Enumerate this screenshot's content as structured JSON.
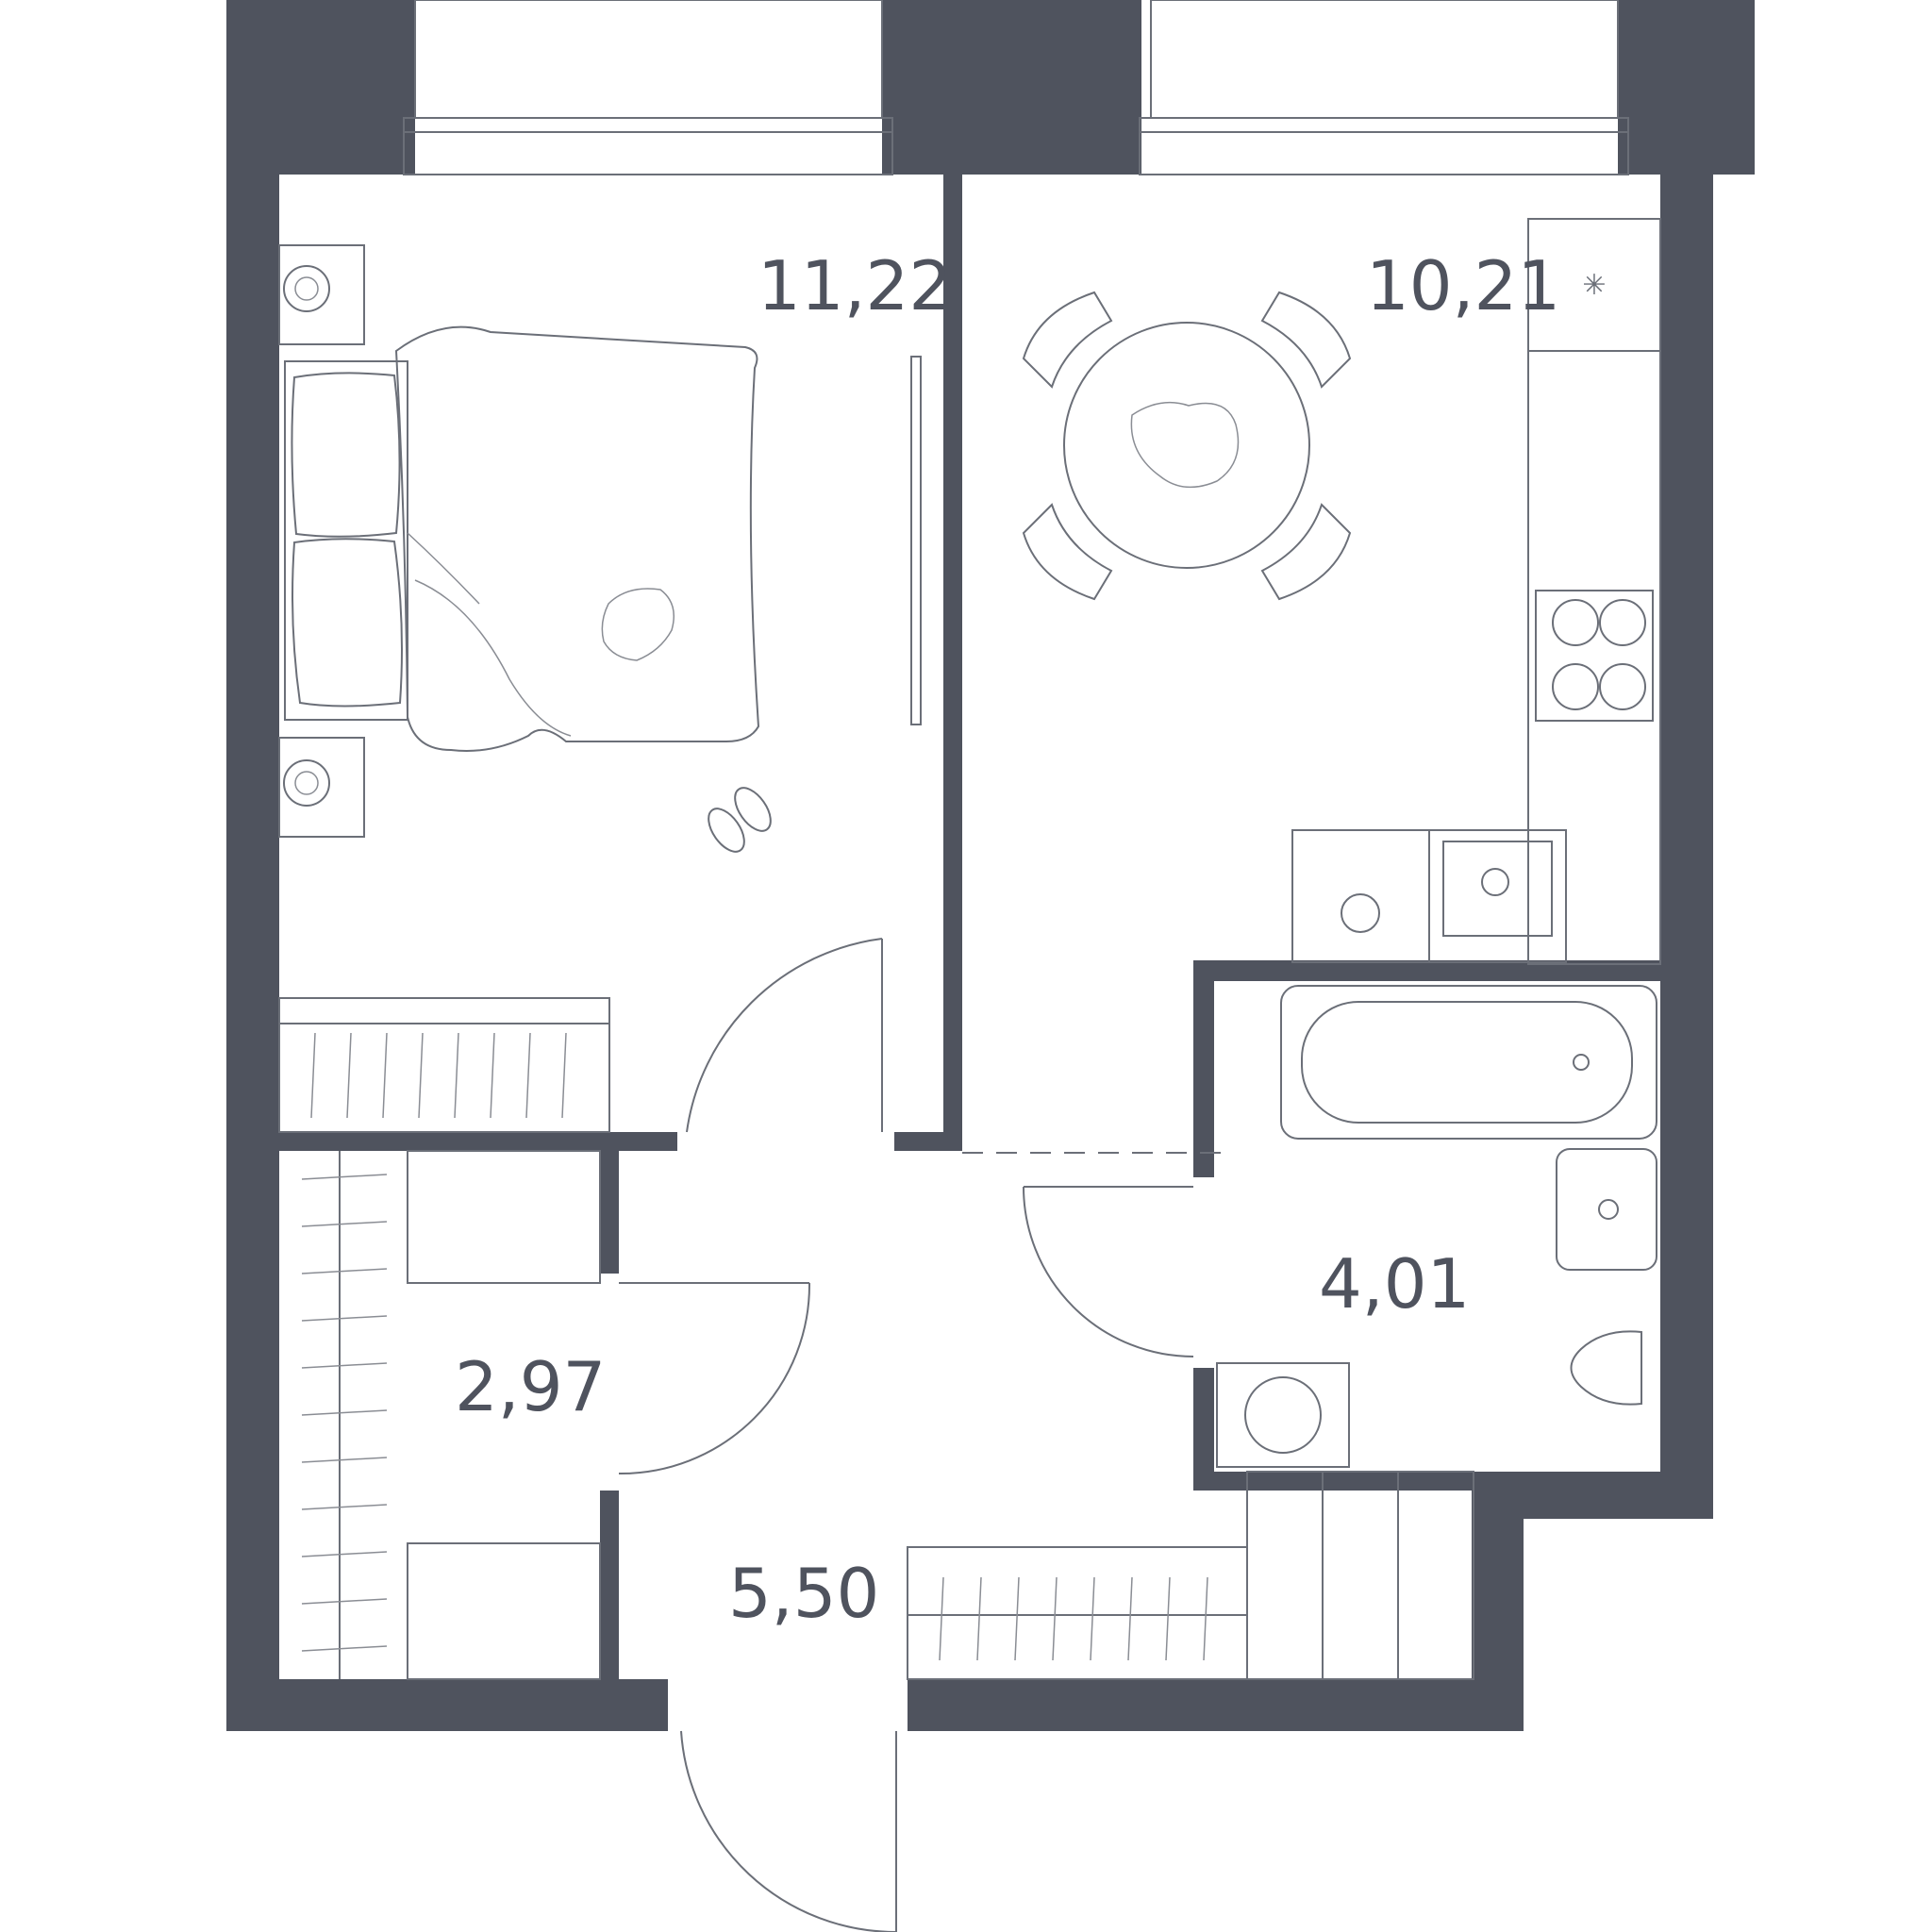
{
  "plan": {
    "wall_color": "#4f535e",
    "rooms": [
      {
        "id": "bedroom",
        "area_label": "11,22"
      },
      {
        "id": "kitchen",
        "area_label": "10,21"
      },
      {
        "id": "bathroom",
        "area_label": "4,01"
      },
      {
        "id": "closet",
        "area_label": "2,97"
      },
      {
        "id": "hallway",
        "area_label": "5,50"
      }
    ]
  }
}
